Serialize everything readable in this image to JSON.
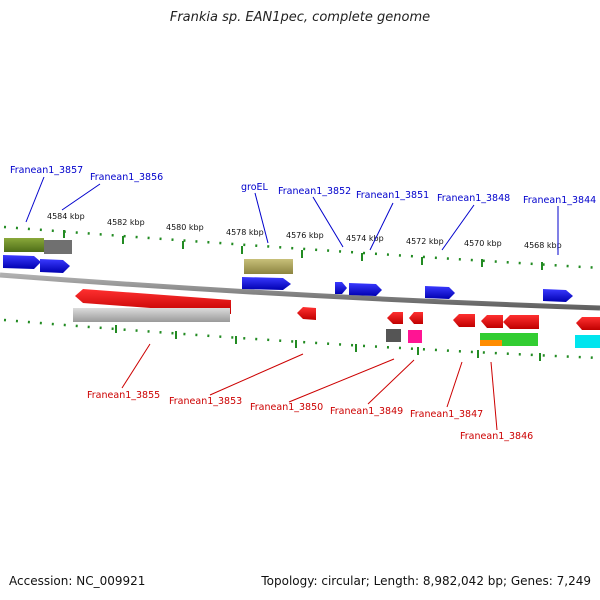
{
  "title": "Frankia sp. EAN1pec, complete genome",
  "footer": {
    "accession": "Accession: NC_009921",
    "topology": "Topology: circular; Length: 8,982,042 bp; Genes: 7,249"
  },
  "scale_labels": [
    "4584 kbp",
    "4582 kbp",
    "4580 kbp",
    "4578 kbp",
    "4576 kbp",
    "4574 kbp",
    "4572 kbp",
    "4570 kbp",
    "4568 kbp"
  ],
  "top_labels": [
    "Franean1_3857",
    "Franean1_3856",
    "groEL",
    "Franean1_3852",
    "Franean1_3851",
    "Franean1_3848",
    "Franean1_3844"
  ],
  "bottom_labels": [
    "Franean1_3855",
    "Franean1_3853",
    "Franean1_3850",
    "Franean1_3849",
    "Franean1_3847",
    "Franean1_3846"
  ],
  "colors": {
    "forward_label": "#0000cc",
    "reverse_label": "#cc0000",
    "forward_gene": "#0000ee",
    "reverse_gene": "#ee0000",
    "tick": "#228b22",
    "backbone": "#808080"
  }
}
